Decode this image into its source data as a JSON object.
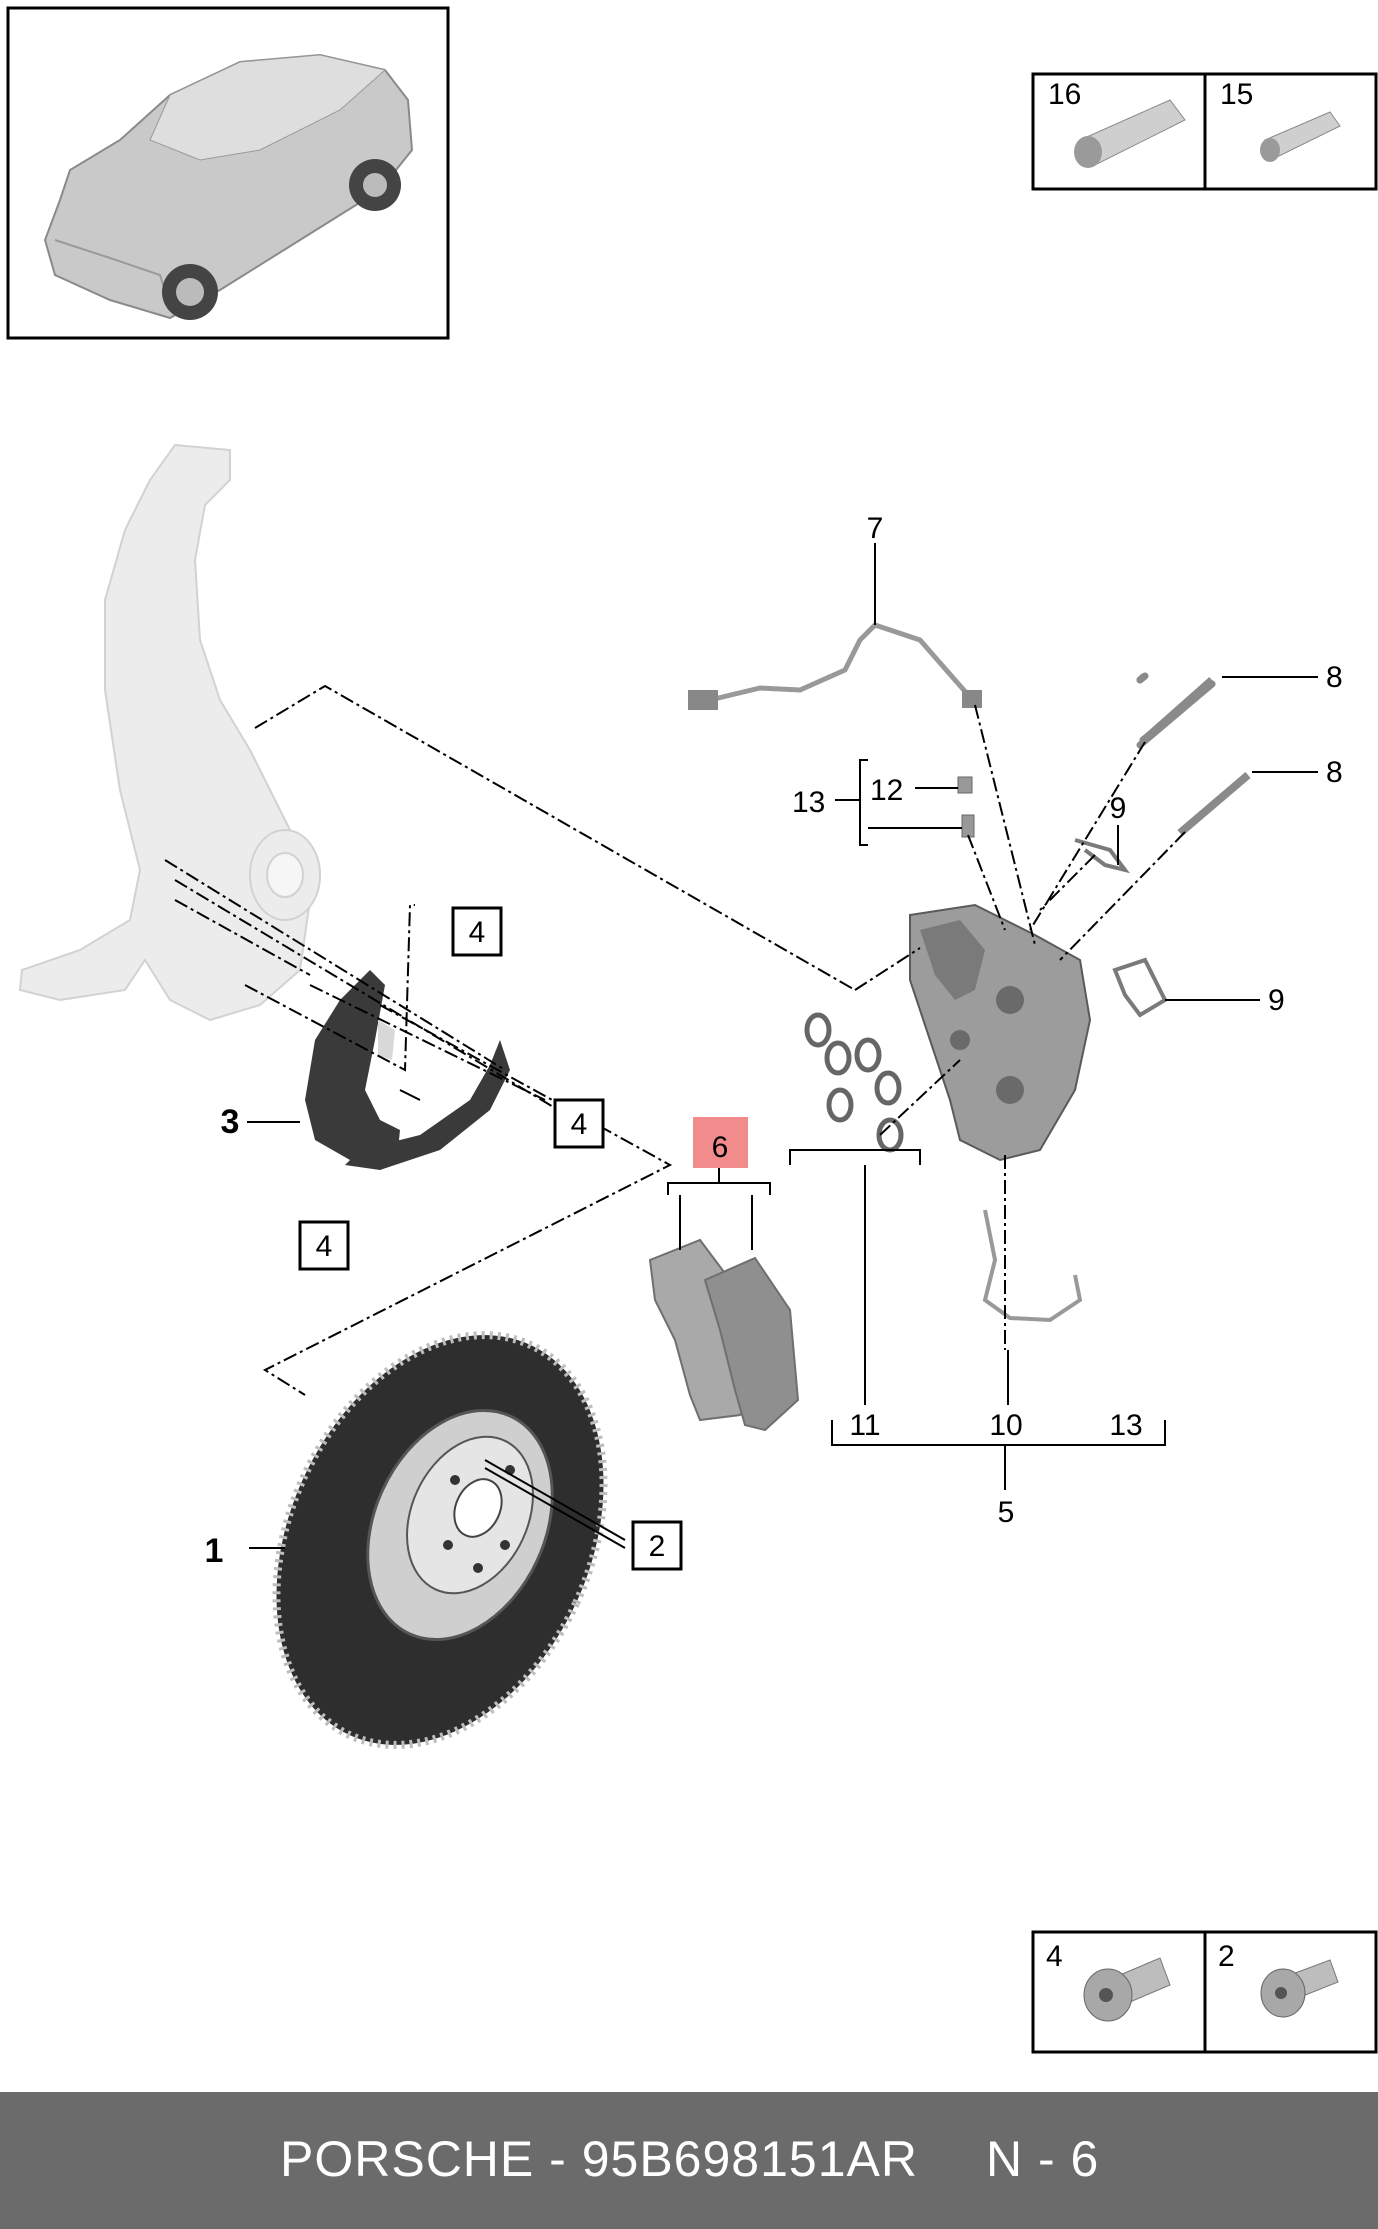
{
  "callouts": {
    "c1": "1",
    "c2": "2",
    "c3": "3",
    "c4a": "4",
    "c4b": "4",
    "c4c": "4",
    "c5": "5",
    "c6": "6",
    "c7": "7",
    "c8a": "8",
    "c8b": "8",
    "c9a": "9",
    "c9b": "9",
    "c10": "10",
    "c11": "11",
    "c12": "12",
    "c13a": "13",
    "c13b": "13"
  },
  "legend_top": {
    "left_label": "16",
    "right_label": "15"
  },
  "legend_bottom": {
    "left_label": "4",
    "right_label": "2"
  },
  "footer": {
    "title": "PORSCHE - 95B698151AR",
    "page": "N - 6"
  },
  "colors": {
    "highlight": "#f28b8b",
    "footer_bg": "#6b6b6b",
    "ink": "#000000"
  }
}
